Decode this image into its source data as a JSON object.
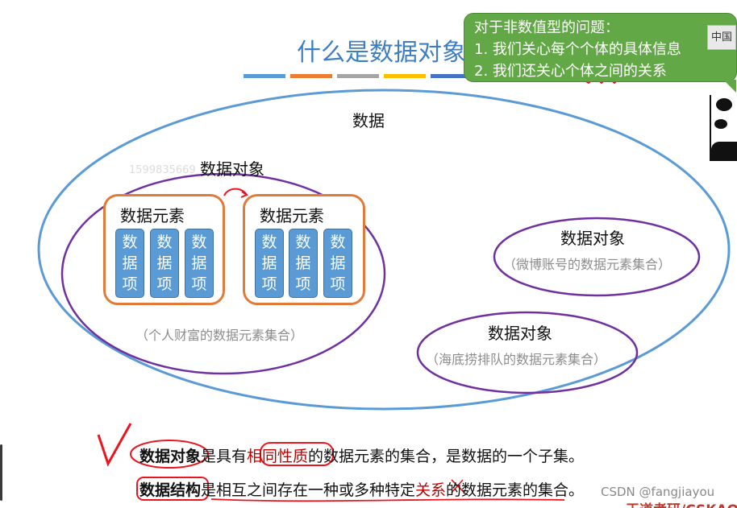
{
  "slide": {
    "title": "什么是数据对象",
    "title_bar_colors": [
      "#5b9bd5",
      "#ed7d31",
      "#a5a5a5",
      "#ffc000",
      "#4472c4"
    ],
    "callout": {
      "line1": "对于非数值型的问题：",
      "line2": "1. 我们关心每个个体的具体信息",
      "line3": "2. 我们还关心个体之间的关系",
      "tag": "中国",
      "color": "#63a846"
    },
    "outer_label": "数据",
    "watermark": "1599835669",
    "object_left": {
      "label": "数据对象",
      "note": "（个人财富的数据元素集合）",
      "elements": [
        {
          "title": "数据元素",
          "items": [
            "数\n据\n项",
            "数\n据\n项",
            "数\n据\n项"
          ]
        },
        {
          "title": "数据元素",
          "items": [
            "数\n据\n项",
            "数\n据\n项",
            "数\n据\n项"
          ]
        }
      ]
    },
    "object_weibo": {
      "label": "数据对象",
      "note": "（微博账号的数据元素集合）"
    },
    "object_haidilao": {
      "label": "数据对象",
      "note": "（海底捞排队的数据元素集合）"
    },
    "definition1": {
      "term": "数据对象",
      "a": "是具有",
      "b": "相同性质",
      "c": "的数据元素的集合，是数据的一个子集。"
    },
    "definition2": {
      "term": "数据结构",
      "a": "是相互之间存在一种或多种特定",
      "b": "关系",
      "c": "的数据元素的集合。"
    },
    "footer_csdn": "CSDN @fangjiayou",
    "footer_brand": "王道考研/CSKAO",
    "colors": {
      "title": "#3f7fc1",
      "outer_ellipse": "#5b9bd5",
      "object_ellipse": "#7030a0",
      "element_border": "#e07b39",
      "item_fill": "#5b9bd5",
      "ink": "#e8161f"
    }
  }
}
